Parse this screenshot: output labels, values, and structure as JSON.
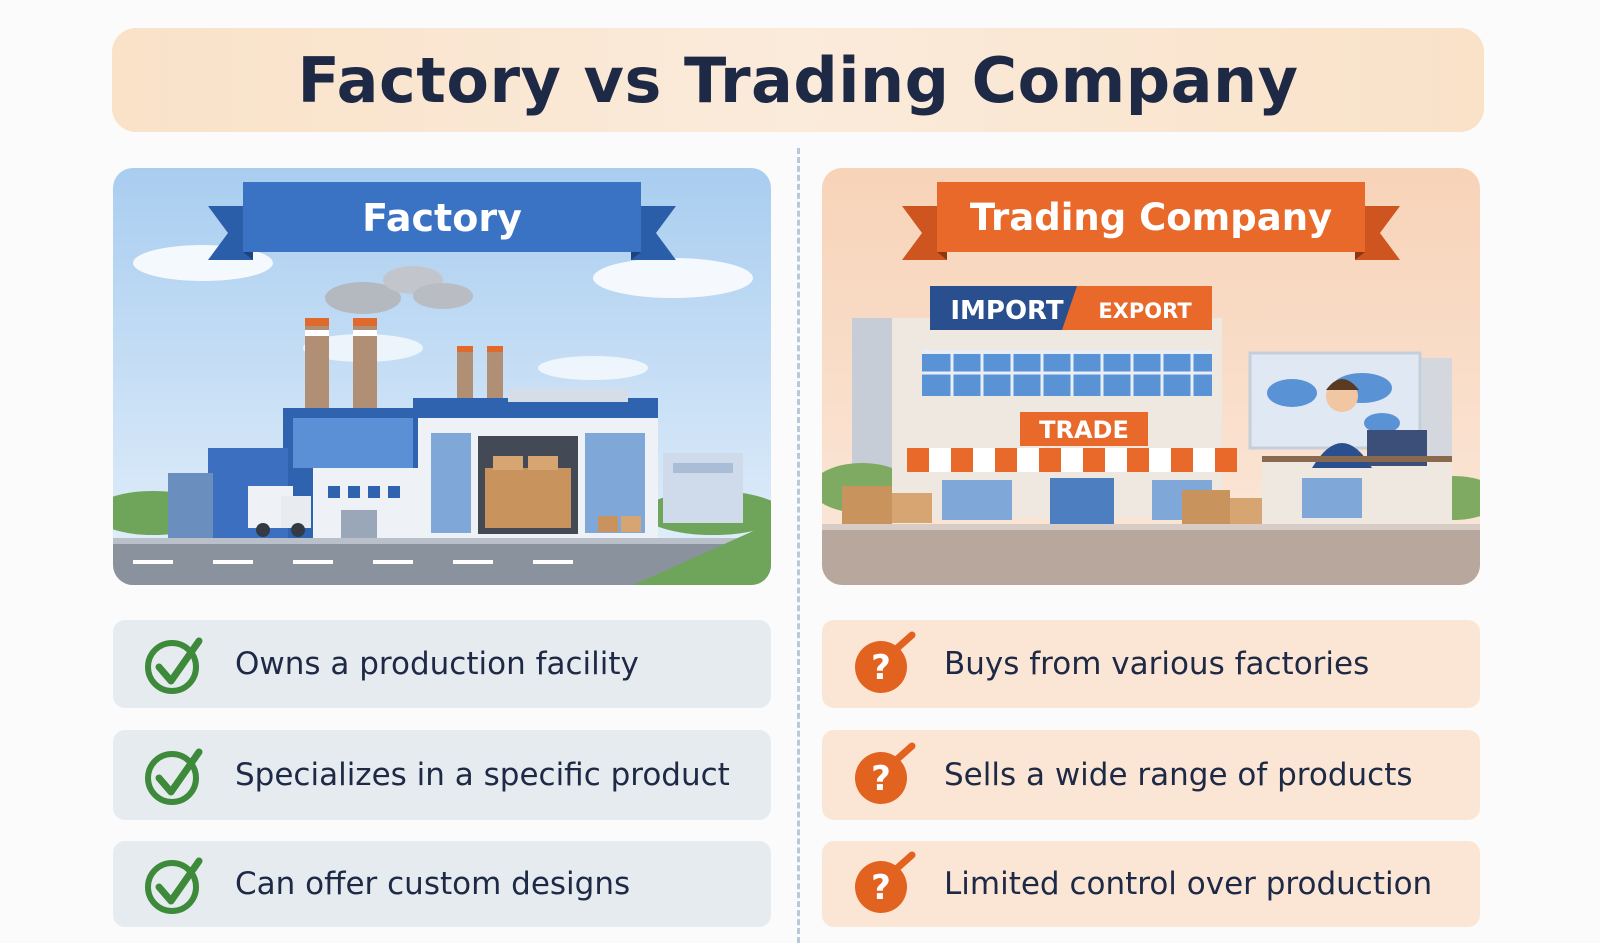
{
  "title": "Factory vs Trading Company",
  "factory": {
    "banner": "Factory",
    "features": [
      "Owns a production facility",
      "Specializes in a specific product",
      "Can offer custom designs"
    ]
  },
  "trading": {
    "banner": "Trading Company",
    "sign_import": "IMPORT",
    "sign_export": "EXPORT",
    "sign_trade": "TRADE",
    "features": [
      "Buys from various factories",
      "Sells a wide range of products",
      "Limited control over production"
    ]
  },
  "colors": {
    "factory_accent": "#3a73c4",
    "trading_accent": "#e8692a",
    "check_green": "#3d8a3a",
    "question_orange": "#e2621f",
    "title_text": "#1e2a45"
  },
  "icons": {
    "factory_feature": "check-icon",
    "trading_feature": "question-icon"
  }
}
